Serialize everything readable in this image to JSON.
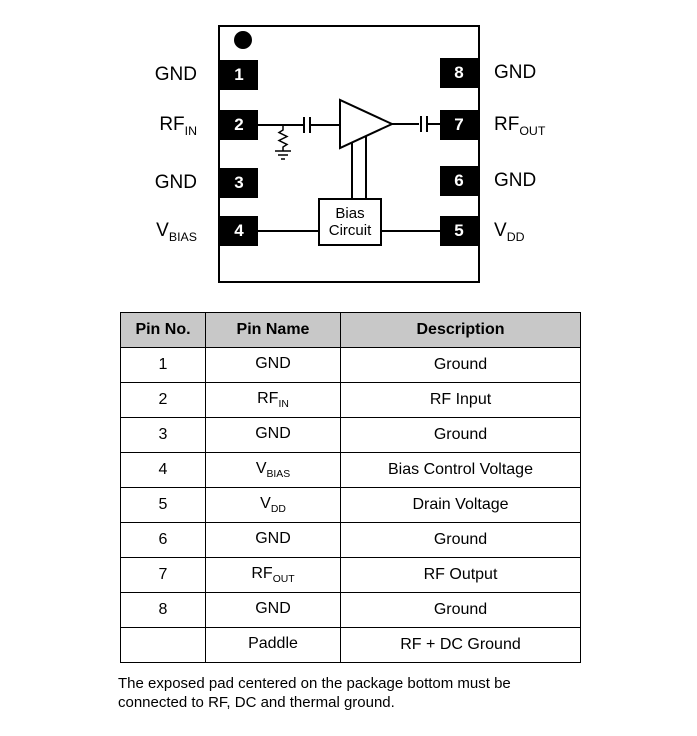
{
  "colors": {
    "pin_fill": "#000000",
    "header_bg": "#c8c8c8",
    "background": "#ffffff"
  },
  "diagram": {
    "left_pins": [
      {
        "number": "1",
        "label": "GND",
        "sub": ""
      },
      {
        "number": "2",
        "label": "RF",
        "sub": "IN"
      },
      {
        "number": "3",
        "label": "GND",
        "sub": ""
      },
      {
        "number": "4",
        "label": "V",
        "sub": "BIAS"
      }
    ],
    "right_pins": [
      {
        "number": "8",
        "label": "GND",
        "sub": ""
      },
      {
        "number": "7",
        "label": "RF",
        "sub": "OUT"
      },
      {
        "number": "6",
        "label": "GND",
        "sub": ""
      },
      {
        "number": "5",
        "label": "V",
        "sub": "DD"
      }
    ],
    "bias_box": {
      "line1": "Bias",
      "line2": "Circuit"
    }
  },
  "table": {
    "headers": [
      "Pin No.",
      "Pin Name",
      "Description"
    ],
    "rows": [
      {
        "no": "1",
        "name": "GND",
        "name_sub": "",
        "desc": "Ground"
      },
      {
        "no": "2",
        "name": "RF",
        "name_sub": "IN",
        "desc": "RF Input"
      },
      {
        "no": "3",
        "name": "GND",
        "name_sub": "",
        "desc": "Ground"
      },
      {
        "no": "4",
        "name": "V",
        "name_sub": "BIAS",
        "desc": "Bias Control Voltage"
      },
      {
        "no": "5",
        "name": "V",
        "name_sub": "DD",
        "desc": "Drain Voltage"
      },
      {
        "no": "6",
        "name": "GND",
        "name_sub": "",
        "desc": "Ground"
      },
      {
        "no": "7",
        "name": "RF",
        "name_sub": "OUT",
        "desc": "RF Output"
      },
      {
        "no": "8",
        "name": "GND",
        "name_sub": "",
        "desc": "Ground"
      },
      {
        "no": "",
        "name": "Paddle",
        "name_sub": "",
        "desc": "RF + DC Ground"
      }
    ]
  },
  "footer": {
    "line1": "The exposed pad centered on the package bottom must be",
    "line2": "connected to RF, DC and thermal ground."
  }
}
